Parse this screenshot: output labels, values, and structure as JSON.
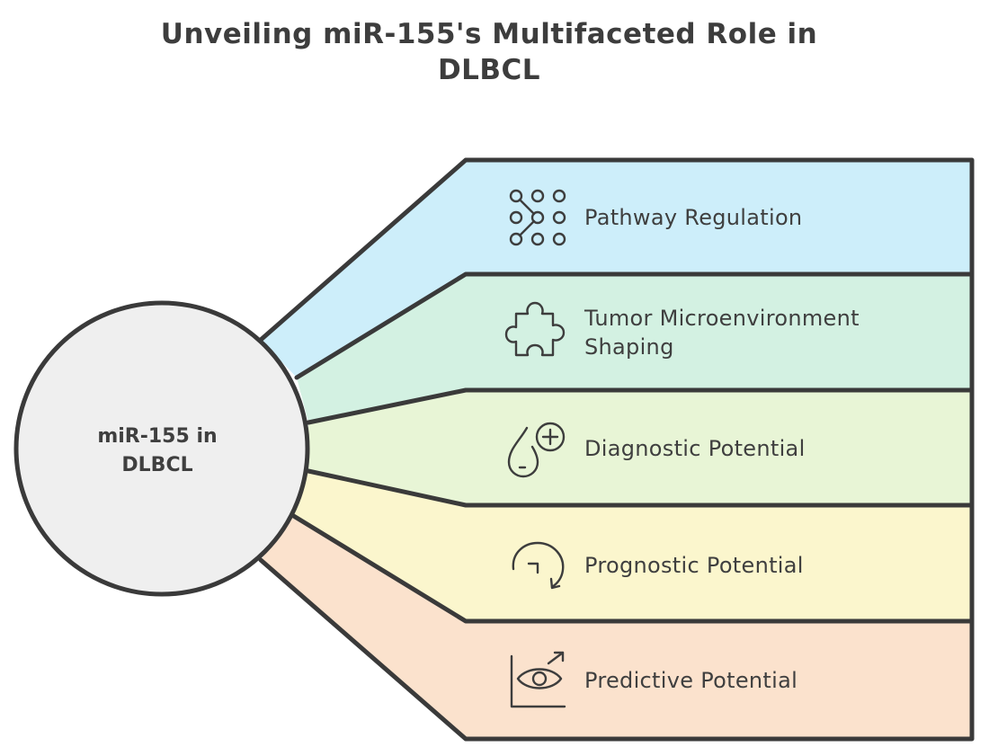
{
  "title": {
    "line1": "Unveiling miR-155's Multifaceted Role in",
    "line2": "DLBCL"
  },
  "hub": {
    "line1": "miR-155 in",
    "line2": "DLBCL",
    "color": "#efefef"
  },
  "branches": [
    {
      "lines": [
        "Pathway Regulation"
      ],
      "icon": "network-nodes-icon",
      "color": "#cdeefa"
    },
    {
      "lines": [
        "Tumor Microenvironment",
        "Shaping"
      ],
      "icon": "puzzle-piece-icon",
      "color": "#d3f1e2"
    },
    {
      "lines": [
        "Diagnostic Potential"
      ],
      "icon": "drop-plus-icon",
      "color": "#e8f5d6"
    },
    {
      "lines": [
        "Prognostic Potential"
      ],
      "icon": "curved-arrow-icon",
      "color": "#fbf6cd"
    },
    {
      "lines": [
        "Predictive Potential"
      ],
      "icon": "eye-chart-icon",
      "color": "#fbe2cd"
    }
  ]
}
